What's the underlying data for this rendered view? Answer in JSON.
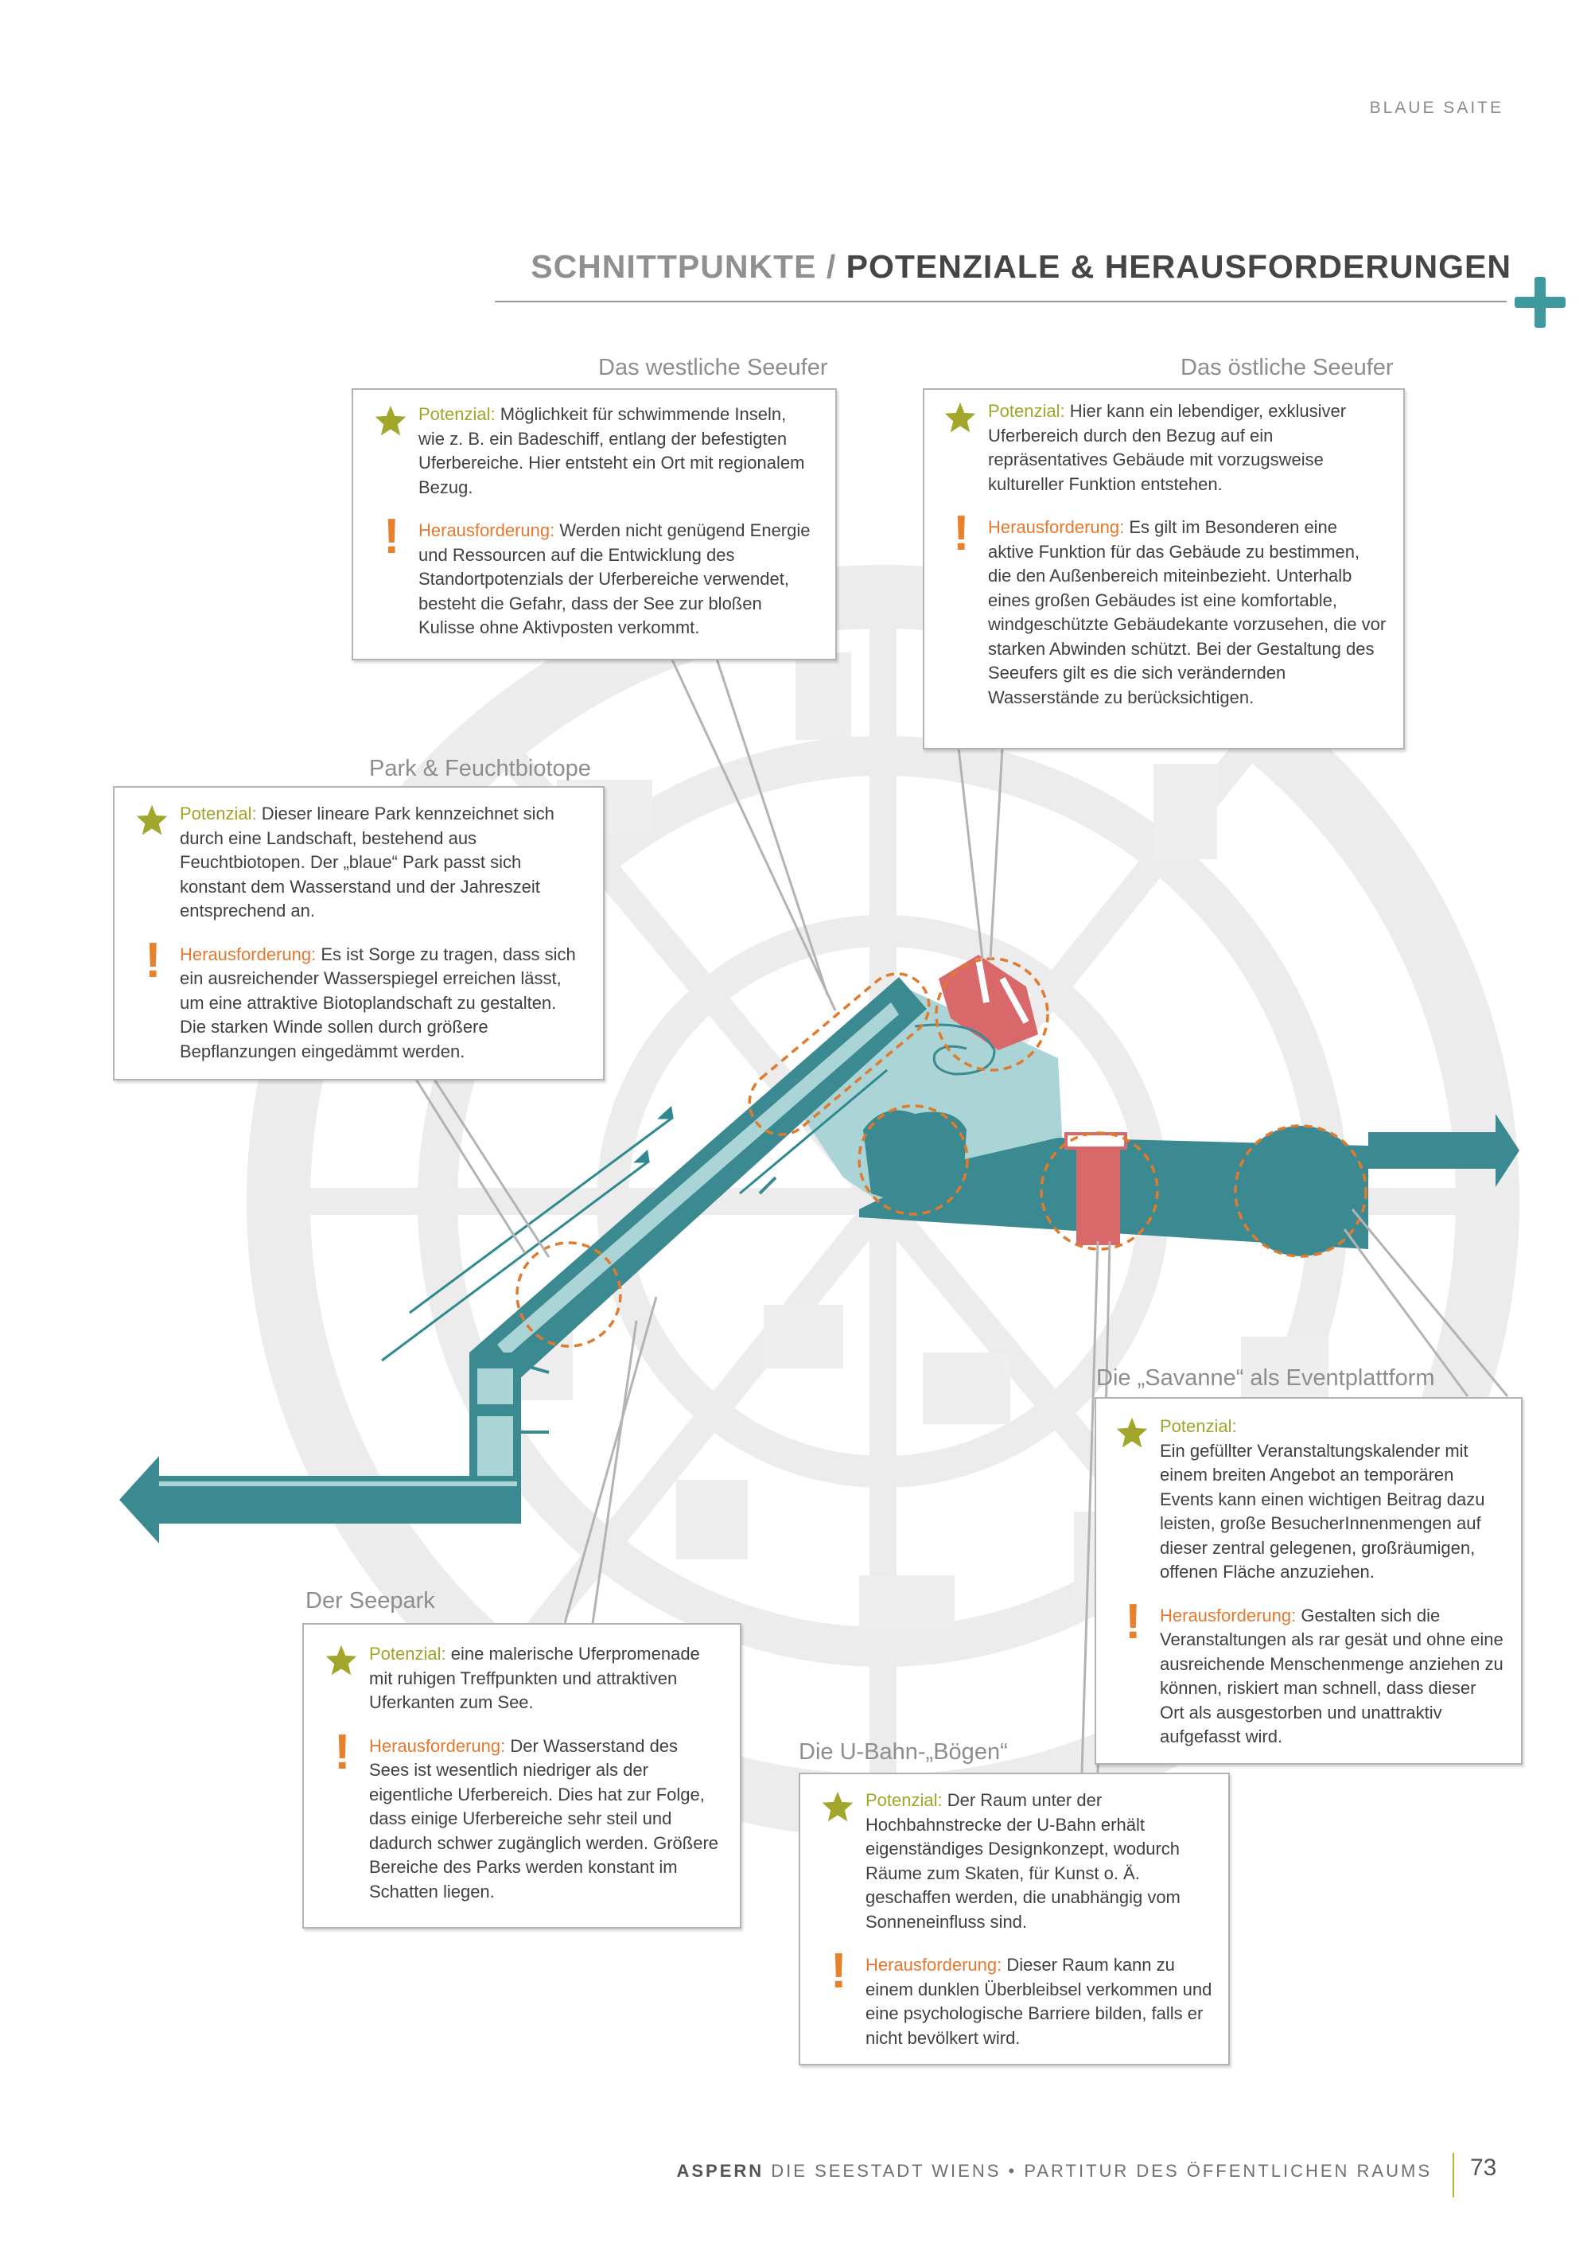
{
  "header": {
    "series": "BLAUE SAITE",
    "title_part1": "SCHNITTPUNKTE",
    "title_sep": " / ",
    "title_part2": "POTENZIALE & HERAUSFORDERUNGEN"
  },
  "sections": {
    "west": {
      "title": "Das westliche Seeufer",
      "potential_label": "Potenzial:",
      "potential_text": " Möglichkeit für schwimmende Inseln, wie z. B. ein Badeschiff, entlang der befestigten Uferbereiche. Hier entsteht ein Ort mit regionalem Bezug.",
      "challenge_label": "Herausforderung:",
      "challenge_text": " Werden nicht genügend Energie und Ressourcen auf die Entwicklung des Standortpotenzials der Uferbereiche verwendet, besteht die Gefahr, dass der See zur bloßen Kulisse ohne Aktivposten verkommt."
    },
    "east": {
      "title": "Das östliche Seeufer",
      "potential_label": "Potenzial:",
      "potential_text": " Hier kann ein lebendiger, exklusiver Uferbereich durch den Bezug auf ein repräsentatives Gebäude mit vorzugsweise kultureller Funktion entstehen.",
      "challenge_label": "Herausforderung:",
      "challenge_text": " Es gilt im Besonderen eine aktive Funktion für das Gebäude zu bestimmen, die den Außenbereich miteinbezieht. Unterhalb eines großen Gebäudes ist eine komfortable, windgeschützte Gebäudekante vorzusehen, die vor starken Abwinden schützt. Bei der Gestaltung des Seeufers gilt es die sich verändernden Wasserstände zu berücksichtigen."
    },
    "park": {
      "title": "Park & Feuchtbiotope",
      "potential_label": "Potenzial:",
      "potential_text": " Dieser lineare Park kennzeichnet sich durch eine Landschaft, bestehend aus Feuchtbiotopen. Der „blaue“ Park passt sich konstant dem Wasserstand und der Jahreszeit entsprechend an.",
      "challenge_label": "Herausforderung:",
      "challenge_text": " Es ist Sorge zu tragen, dass sich ein ausreichender Wasserspiegel erreichen lässt, um eine attraktive Biotoplandschaft zu gestalten. Die starken Winde sollen durch größere Bepflanzungen eingedämmt werden."
    },
    "savanne": {
      "title": "Die „Savanne“ als Eventplattform",
      "potential_label": "Potenzial:",
      "potential_text": "Ein gefüllter Veranstaltungskalender mit einem breiten Angebot an temporären Events kann einen wichtigen Beitrag dazu leisten, große BesucherInnenmengen auf dieser zentral gelegenen, großräumigen, offenen Fläche anzuziehen.",
      "challenge_label": "Herausforderung:",
      "challenge_text": " Gestalten sich die Veranstaltungen als rar gesät und ohne eine ausreichende Menschenmenge anziehen zu können, riskiert man schnell, dass dieser Ort als ausgestorben und unattraktiv aufgefasst wird."
    },
    "seepark": {
      "title": "Der Seepark",
      "potential_label": "Potenzial:",
      "potential_text": " eine malerische Uferpromenade mit ruhigen Treffpunkten und attraktiven Uferkanten zum See.",
      "challenge_label": "Herausforderung:",
      "challenge_text": " Der Wasserstand des Sees ist wesentlich niedriger als der eigentliche Uferbereich. Dies hat zur Folge, dass einige Uferbereiche sehr steil und dadurch schwer zugänglich werden. Größere Bereiche des Parks werden konstant im Schatten liegen."
    },
    "ubahn": {
      "title": "Die U-Bahn-„Bögen“",
      "potential_label": "Potenzial:",
      "potential_text": " Der Raum unter der Hochbahnstrecke der U-Bahn erhält eigenständiges Designkonzept, wodurch Räume zum Skaten, für Kunst o. Ä. geschaffen werden, die unabhängig vom Sonneneinfluss sind.",
      "challenge_label": "Herausforderung:",
      "challenge_text": " Dieser Raum kann zu einem dunklen Überbleibsel verkommen und eine psychologische Barriere bilden, falls er nicht bevölkert wird."
    }
  },
  "footer": {
    "brand": "ASPERN",
    "text": " DIE SEESTADT WIENS • PARTITUR DES ÖFFENTLICHEN RAUMS",
    "page": "73"
  },
  "colors": {
    "teal_dark": "#3b8a92",
    "teal_light": "#a9d3d5",
    "red": "#d9686b",
    "orange_dashed": "#e07b2d",
    "star_green": "#a2a62a",
    "warning_orange": "#e6782d",
    "accent_plus": "#3f9aa0"
  },
  "icons": {
    "potential": "star-icon",
    "challenge": "exclamation-icon",
    "corner": "plus-icon"
  }
}
